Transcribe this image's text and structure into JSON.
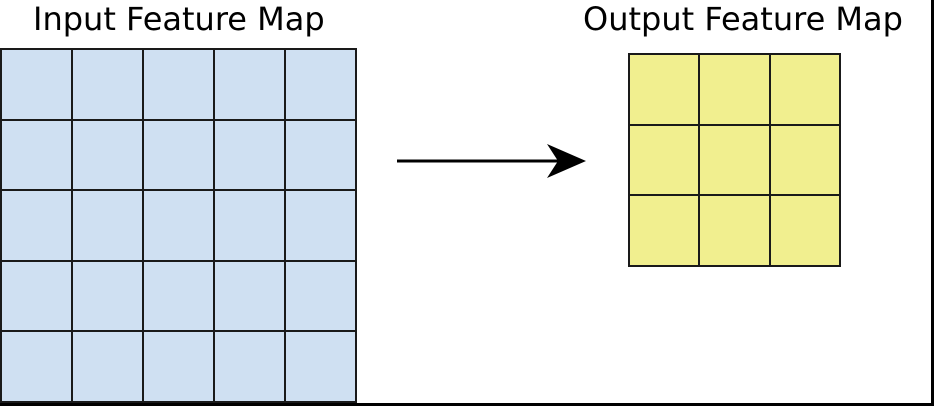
{
  "titles": {
    "input": "Input Feature Map",
    "output": "Output Feature Map"
  },
  "input_grid": {
    "rows": 5,
    "cols": 5,
    "cell_color": "#cfe0f2",
    "line_color": "#1a1a1a"
  },
  "output_grid": {
    "rows": 3,
    "cols": 3,
    "cell_color": "#f1ef8f",
    "line_color": "#1a1a1a"
  },
  "arrow": {
    "direction": "right",
    "color": "#000000"
  },
  "frame": {
    "color": "#000000"
  }
}
